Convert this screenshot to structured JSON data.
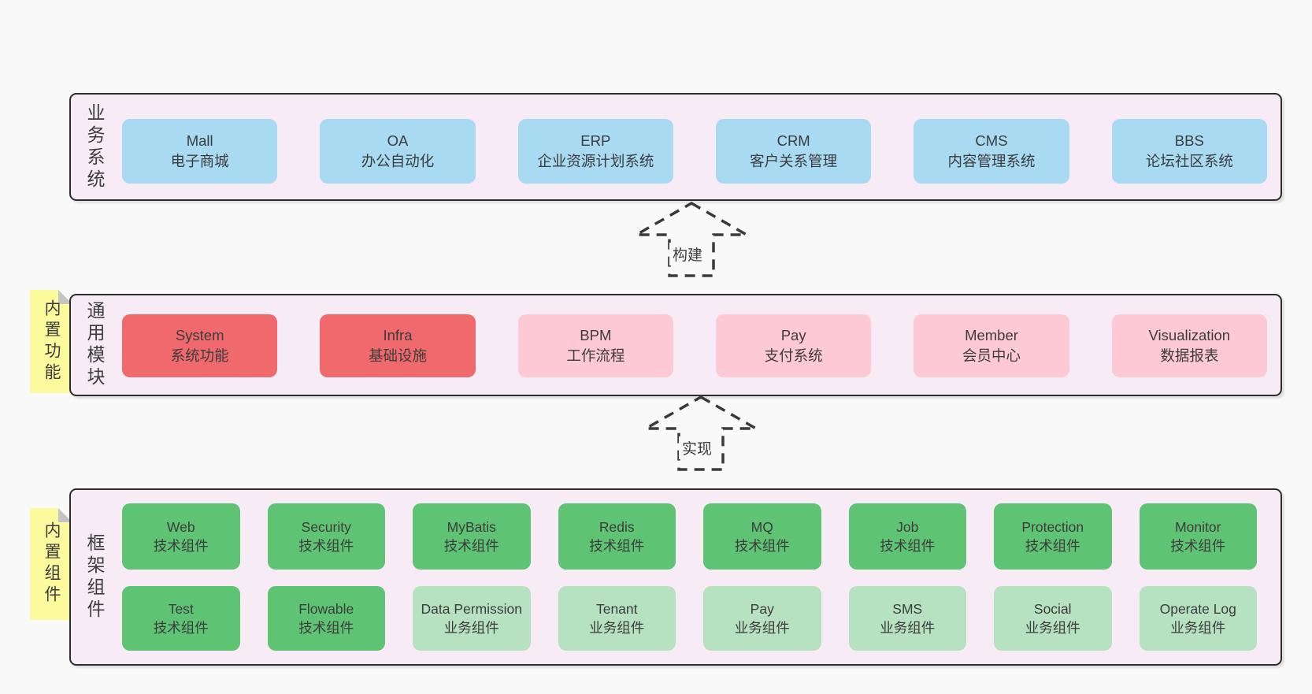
{
  "colors": {
    "page_bg": "#f9f9f9",
    "container_bg": "#f7ecf5",
    "container_border": "#2d2d2d",
    "blue": "#a8daf2",
    "red": "#f0696c",
    "pink": "#fcc9d4",
    "green": "#5fc374",
    "light_green": "#b6e2c1",
    "sticky_yellow": "#fbfa9d",
    "text": "#3c3c3c"
  },
  "arrows": [
    {
      "label": "构建"
    },
    {
      "label": "实现"
    }
  ],
  "sections": [
    {
      "label": "业务系统",
      "boxes": [
        {
          "name": "Mall",
          "desc": "电子商城"
        },
        {
          "name": "OA",
          "desc": "办公自动化"
        },
        {
          "name": "ERP",
          "desc": "企业资源计划系统"
        },
        {
          "name": "CRM",
          "desc": "客户关系管理"
        },
        {
          "name": "CMS",
          "desc": "内容管理系统"
        },
        {
          "name": "BBS",
          "desc": "论坛社区系统"
        }
      ]
    },
    {
      "label": "通用模块",
      "sticky": "内置功能",
      "boxes": [
        {
          "name": "System",
          "desc": "系统功能"
        },
        {
          "name": "Infra",
          "desc": "基础设施"
        },
        {
          "name": "BPM",
          "desc": "工作流程"
        },
        {
          "name": "Pay",
          "desc": "支付系统"
        },
        {
          "name": "Member",
          "desc": "会员中心"
        },
        {
          "name": "Visualization",
          "desc": "数据报表"
        }
      ]
    },
    {
      "label": "框架组件",
      "sticky": "内置组件",
      "row1": [
        {
          "name": "Web",
          "desc": "技术组件"
        },
        {
          "name": "Security",
          "desc": "技术组件"
        },
        {
          "name": "MyBatis",
          "desc": "技术组件"
        },
        {
          "name": "Redis",
          "desc": "技术组件"
        },
        {
          "name": "MQ",
          "desc": "技术组件"
        },
        {
          "name": "Job",
          "desc": "技术组件"
        },
        {
          "name": "Protection",
          "desc": "技术组件"
        },
        {
          "name": "Monitor",
          "desc": "技术组件"
        }
      ],
      "row2": [
        {
          "name": "Test",
          "desc": "技术组件"
        },
        {
          "name": "Flowable",
          "desc": "技术组件"
        },
        {
          "name": "Data Permission",
          "desc": "业务组件"
        },
        {
          "name": "Tenant",
          "desc": "业务组件"
        },
        {
          "name": "Pay",
          "desc": "业务组件"
        },
        {
          "name": "SMS",
          "desc": "业务组件"
        },
        {
          "name": "Social",
          "desc": "业务组件"
        },
        {
          "name": "Operate Log",
          "desc": "业务组件"
        }
      ]
    }
  ]
}
